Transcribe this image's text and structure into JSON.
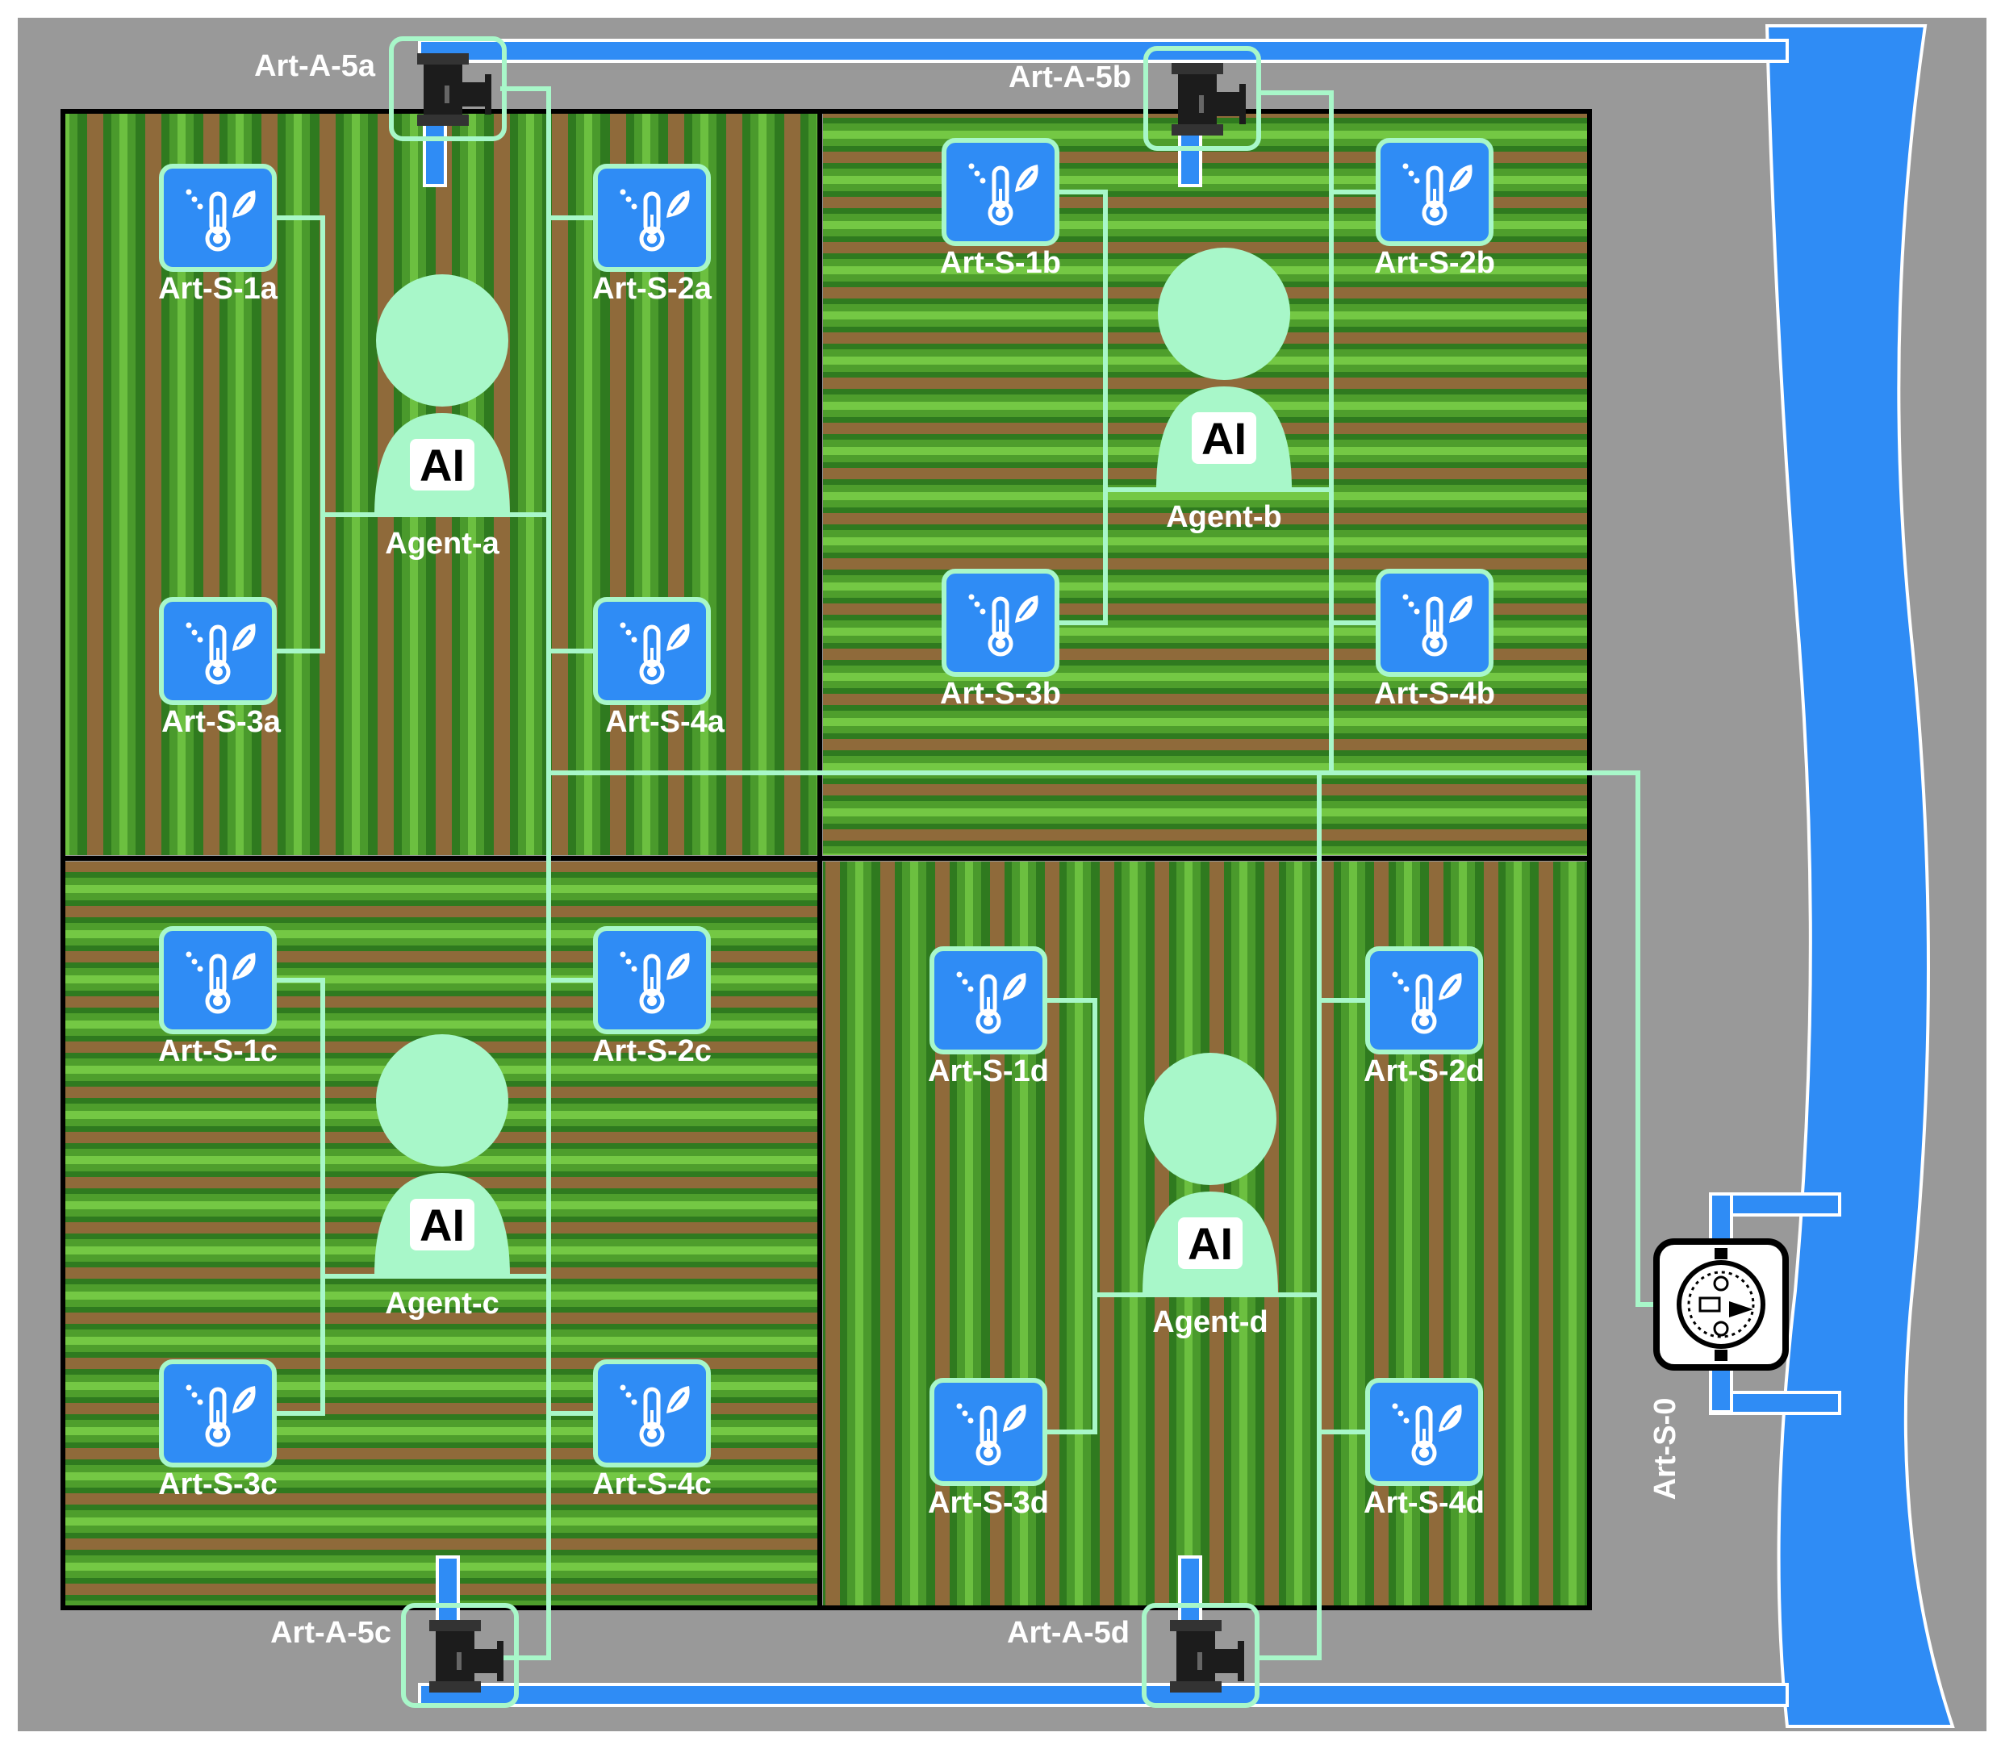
{
  "colors": {
    "background": "#999999",
    "soil": "#8f6a3a",
    "crop_dark": "#2f7a1f",
    "crop_light": "#5fb43a",
    "water": "#2f8cf5",
    "wire": "#a8f7c9",
    "sensor_fill": "#2f8cf5",
    "field_border": "#000000"
  },
  "fields": [
    {
      "id": "a",
      "row_orientation": "vertical"
    },
    {
      "id": "b",
      "row_orientation": "horizontal"
    },
    {
      "id": "c",
      "row_orientation": "horizontal"
    },
    {
      "id": "d",
      "row_orientation": "vertical"
    }
  ],
  "agents": [
    {
      "id": "a",
      "label": "Agent-a",
      "badge": "AI",
      "icon": "ai-agent-icon"
    },
    {
      "id": "b",
      "label": "Agent-b",
      "badge": "AI",
      "icon": "ai-agent-icon"
    },
    {
      "id": "c",
      "label": "Agent-c",
      "badge": "AI",
      "icon": "ai-agent-icon"
    },
    {
      "id": "d",
      "label": "Agent-d",
      "badge": "AI",
      "icon": "ai-agent-icon"
    }
  ],
  "sensors": [
    {
      "label": "Art-S-1a",
      "icon": "soil-moisture-temperature-sensor-icon"
    },
    {
      "label": "Art-S-2a",
      "icon": "soil-moisture-temperature-sensor-icon"
    },
    {
      "label": "Art-S-3a",
      "icon": "soil-moisture-temperature-sensor-icon"
    },
    {
      "label": "Art-S-4a",
      "icon": "soil-moisture-temperature-sensor-icon"
    },
    {
      "label": "Art-S-1b",
      "icon": "soil-moisture-temperature-sensor-icon"
    },
    {
      "label": "Art-S-2b",
      "icon": "soil-moisture-temperature-sensor-icon"
    },
    {
      "label": "Art-S-3b",
      "icon": "soil-moisture-temperature-sensor-icon"
    },
    {
      "label": "Art-S-4b",
      "icon": "soil-moisture-temperature-sensor-icon"
    },
    {
      "label": "Art-S-1c",
      "icon": "soil-moisture-temperature-sensor-icon"
    },
    {
      "label": "Art-S-2c",
      "icon": "soil-moisture-temperature-sensor-icon"
    },
    {
      "label": "Art-S-3c",
      "icon": "soil-moisture-temperature-sensor-icon"
    },
    {
      "label": "Art-S-4c",
      "icon": "soil-moisture-temperature-sensor-icon"
    },
    {
      "label": "Art-S-1d",
      "icon": "soil-moisture-temperature-sensor-icon"
    },
    {
      "label": "Art-S-2d",
      "icon": "soil-moisture-temperature-sensor-icon"
    },
    {
      "label": "Art-S-3d",
      "icon": "soil-moisture-temperature-sensor-icon"
    },
    {
      "label": "Art-S-4d",
      "icon": "soil-moisture-temperature-sensor-icon"
    }
  ],
  "actuators": [
    {
      "label": "Art-A-5a",
      "icon": "water-valve-icon"
    },
    {
      "label": "Art-A-5b",
      "icon": "water-valve-icon"
    },
    {
      "label": "Art-A-5c",
      "icon": "water-valve-icon"
    },
    {
      "label": "Art-A-5d",
      "icon": "water-valve-icon"
    }
  ],
  "flow_meter": {
    "label": "Art-S-0",
    "icon": "water-flow-meter-icon"
  }
}
